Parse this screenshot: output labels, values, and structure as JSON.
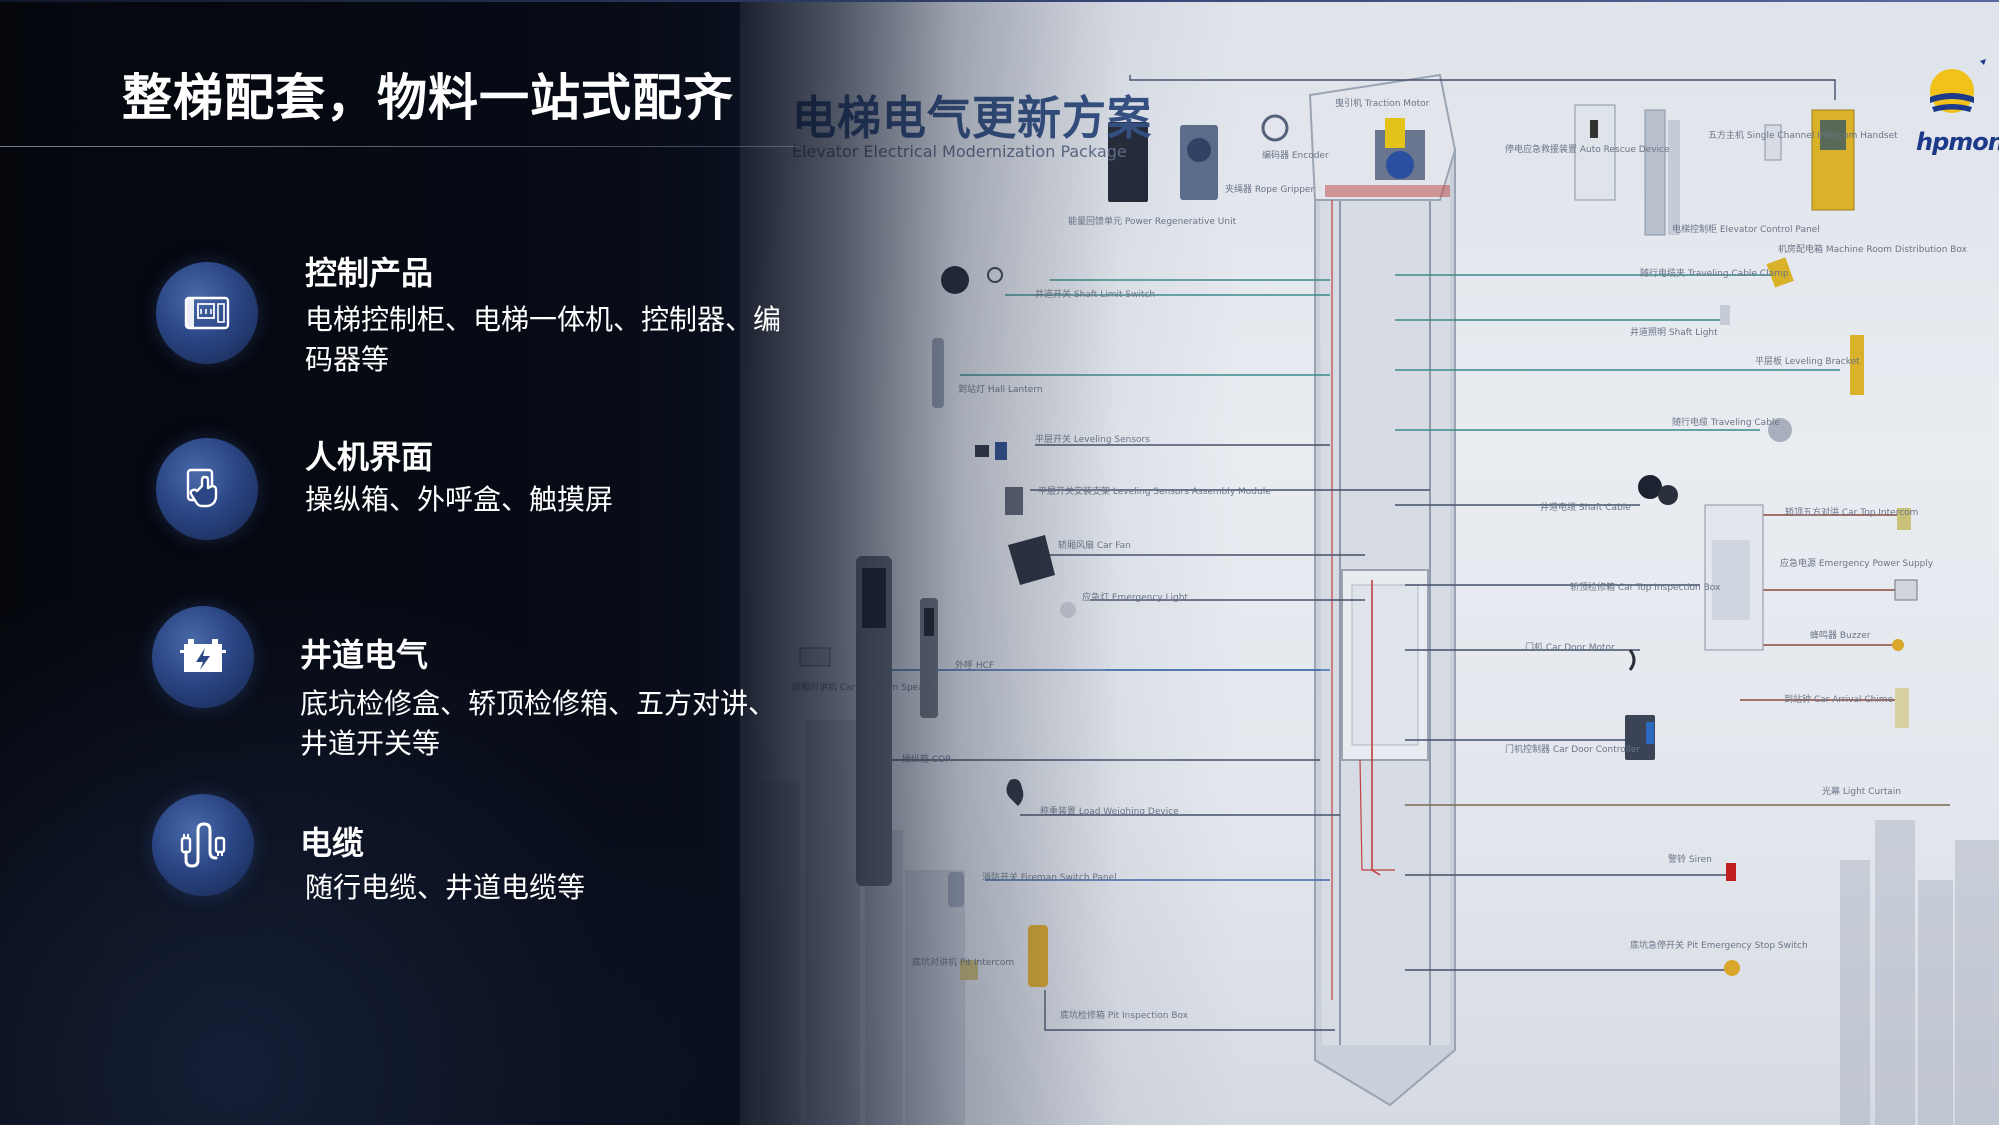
{
  "header": {
    "title": "整梯配套，物料一站式配齐"
  },
  "features": [
    {
      "title": "控制产品",
      "desc_line1": "电梯控制柜、电梯一体机、控制器、编",
      "desc_line2": "码器等",
      "icon": "control-cabinet-icon"
    },
    {
      "title": "人机界面",
      "desc_line1": "操纵箱、外呼盒、触摸屏",
      "desc_line2": "",
      "icon": "touch-hand-icon"
    },
    {
      "title": "井道电气",
      "desc_line1": "底坑检修盒、轿顶检修箱、五方对讲、",
      "desc_line2": "井道开关等",
      "icon": "battery-electric-icon"
    },
    {
      "title": "电缆",
      "desc_line1": "随行电缆、井道电缆等",
      "desc_line2": "",
      "icon": "cable-icon"
    }
  ],
  "diagram": {
    "title": "电梯电气更新方案",
    "subtitle": "Elevator Electrical Modernization Package",
    "labels": {
      "power_regen": "能量回馈单元 Power Regenerative Unit",
      "traction_motor": "曳引机 Traction Motor",
      "encoder": "编码器 Encoder",
      "rope_gripper": "夹绳器 Rope Gripper",
      "auto_rescue": "停电应急救援装置 Auto Rescue Device",
      "intercom": "五方主机 Single Channel Intercom Handset",
      "control_panel": "电梯控制柜 Elevator Control Panel",
      "machine_room_box": "机房配电箱 Machine Room Distribution Box",
      "traveling_cable_clamp": "随行电缆夹 Traveling Cable Clamp",
      "shaft_limit": "井道开关 Shaft Limit Switch",
      "shaft_light": "井道照明 Shaft Light",
      "hall_lantern": "到站灯 Hall Lantern",
      "leveling_bracket": "平层板 Leveling Bracket",
      "leveling_sensors": "平层开关 Leveling Sensors",
      "traveling_cable": "随行电缆 Traveling Cable",
      "leveling_assembly": "平层开关安装支架 Leveling Sensors Assembly Module",
      "shaft_cable": "井道电缆 Shaft Cable",
      "car_top_intercom": "轿顶五方对讲 Car Top Intercom",
      "car_fan": "轿厢风扇 Car Fan",
      "emergency_power": "应急电源 Emergency Power Supply",
      "emergency_light": "应急灯 Emergency Light",
      "car_top_inspection": "轿顶检修箱 Car Top Inspection Box",
      "buzzer": "蜂鸣器 Buzzer",
      "car_intercom_speaker": "轿厢对讲机 Car Intercom Speaker",
      "car_door_motor": "门机 Car Door Motor",
      "hcf": "外呼 HCF",
      "car_arrival_chime": "到站钟 Car Arrival Chime",
      "car_door_controller": "门机控制器 Car Door Controller",
      "cop": "操纵箱 COP",
      "light_curtain": "光幕 Light Curtain",
      "load_weighing": "称重装置 Load Weighing Device",
      "siren": "警铃 Siren",
      "fireman_switch": "消防开关 Fireman Switch Panel",
      "pit_emergency_stop": "底坑急停开关 Pit Emergency Stop Switch",
      "pit_intercom": "底坑对讲机 Pit Intercom",
      "pit_inspection": "底坑检修箱 Pit Inspection Box"
    }
  },
  "logo": {
    "text": "hpmont"
  },
  "colors": {
    "background_dark": "#05070d",
    "icon_circle": "#2b4684",
    "title_text": "#ffffff",
    "diagram_title": "#2d4a7e",
    "logo_blue": "#1d3a8a",
    "logo_yellow": "#f2c21a"
  }
}
